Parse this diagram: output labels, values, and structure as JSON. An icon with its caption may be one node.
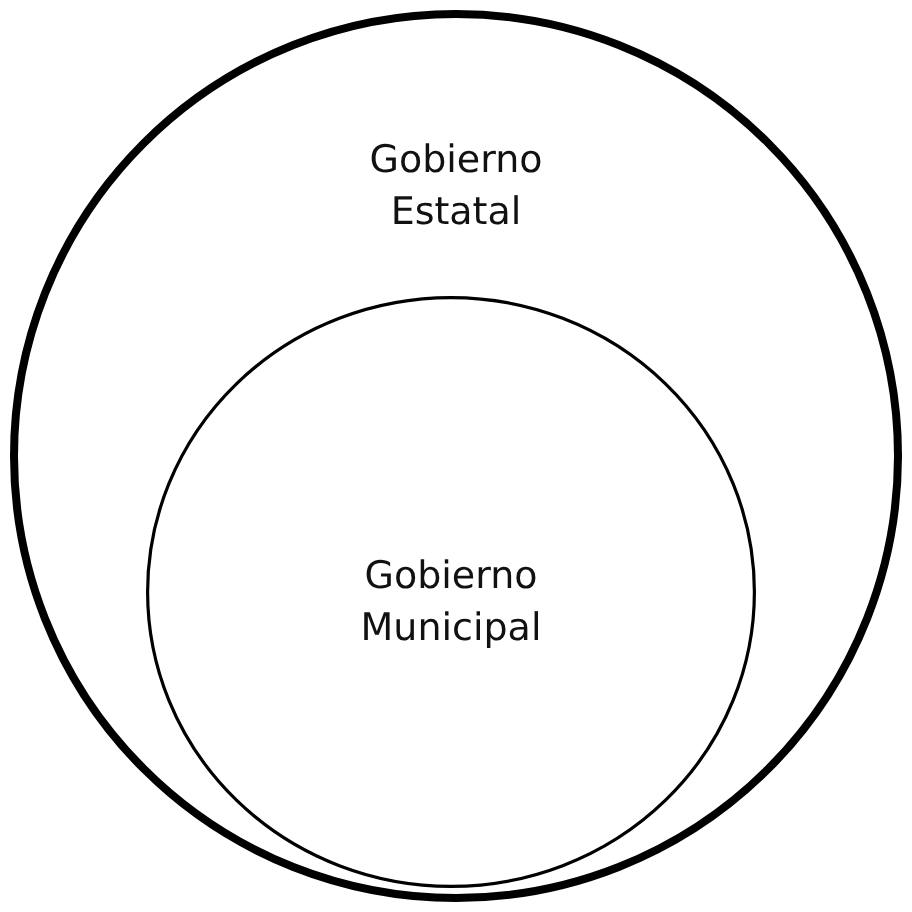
{
  "diagram": {
    "nodes": [
      {
        "text": [
          "Gobierno Estatal"
        ]
      },
      {
        "text": [
          "Gobierno Municipal"
        ],
        "in": 0
      }
    ]
  }
}
